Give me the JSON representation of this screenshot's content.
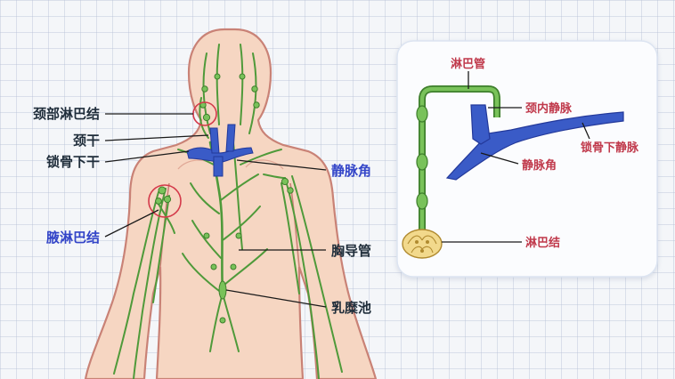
{
  "body_labels": {
    "neck_lymph_node": "颈部淋巴结",
    "jugular_trunk": "颈干",
    "subclavian_trunk": "锁骨下干",
    "axillary_lymph_node": "腋淋巴结",
    "venous_angle": "静脉角",
    "thoracic_duct": "胸导管",
    "cisterna_chyli": "乳糜池"
  },
  "inset_labels": {
    "lymph_vessel": "淋巴管",
    "internal_jugular_vein": "颈内静脉",
    "subclavian_vein": "锁骨下静脉",
    "venous_angle": "静脉角",
    "lymph_node": "淋巴结"
  },
  "colors": {
    "skin": "#f6d6c2",
    "skin_outline": "#c98276",
    "lymph_green": "#4f9a3a",
    "lymph_light": "#79c25a",
    "vein_blue": "#3a5bc7",
    "highlight_red": "#d43a4a",
    "label_blue": "#3345c8",
    "label_red": "#c0394b",
    "label_dark": "#1f2d3a"
  }
}
